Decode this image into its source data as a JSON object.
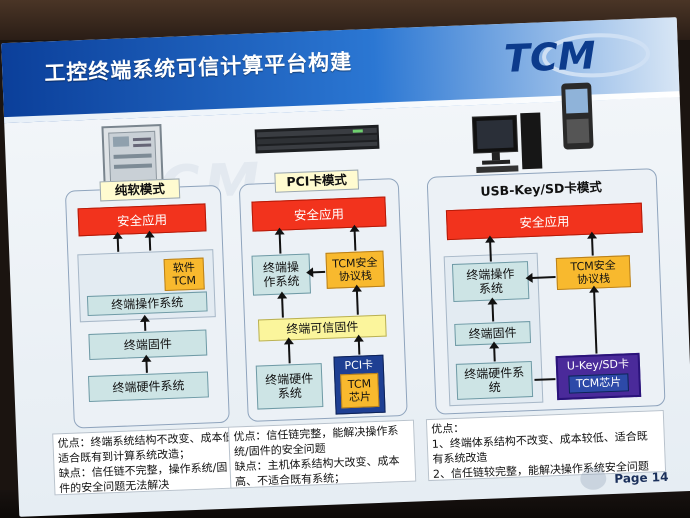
{
  "slide": {
    "title": "工控终端系统可信计算平台构建",
    "logo_text": "TCM",
    "page": "Page 14",
    "watermark": "TCM"
  },
  "panels": {
    "soft": {
      "title": "纯软模式",
      "app": "安全应用",
      "tcm_soft": "软件\nTCM",
      "os": "终端操作系统",
      "firmware": "终端固件",
      "hardware": "终端硬件系统",
      "notes": [
        "优点：终端系统结构不改变、成本低、",
        "适合既有到计算系统改造；",
        "缺点：信任链不完整，操作系统/固",
        "件的安全问题无法解决"
      ]
    },
    "pci": {
      "title": "PCI卡模式",
      "app": "安全应用",
      "os": "终端操\n作系统",
      "stack": "TCM安全\n协议栈",
      "firmware": "终端可信固件",
      "hardware": "终端硬件\n系统",
      "card": "PCI卡",
      "chip": "TCM\n芯片",
      "notes": [
        "优点：信任链完整，能解决操作系",
        "统/固件的安全问题",
        "缺点：主机体系结构大改变、成本",
        "高、不适合既有系统；"
      ]
    },
    "usb": {
      "title": "USB-Key/SD卡模式",
      "app": "安全应用",
      "os": "终端操作\n系统",
      "stack": "TCM安全\n协议栈",
      "firmware": "终端固件",
      "hardware": "终端硬件系\n统",
      "key": "U-Key/SD卡",
      "chip": "TCM芯片",
      "notes": [
        "优点：",
        "1、终端体系结构不改变、成本较低、适合既",
        "有系统改造",
        "2、信任链较完整，能解决操作系统安全问题"
      ]
    }
  },
  "colors": {
    "title_band": "#1f5fbf",
    "app_red": "#f2331d",
    "teal": "#cde4e5",
    "orange": "#f8b92e",
    "yellow": "#fbf59c",
    "navy": "#1e3f93",
    "purple": "#4a2a9a"
  },
  "icons": [
    "control-cabinet-icon",
    "rack-server-icon",
    "desktop-pc-icon",
    "handheld-terminal-icon"
  ]
}
